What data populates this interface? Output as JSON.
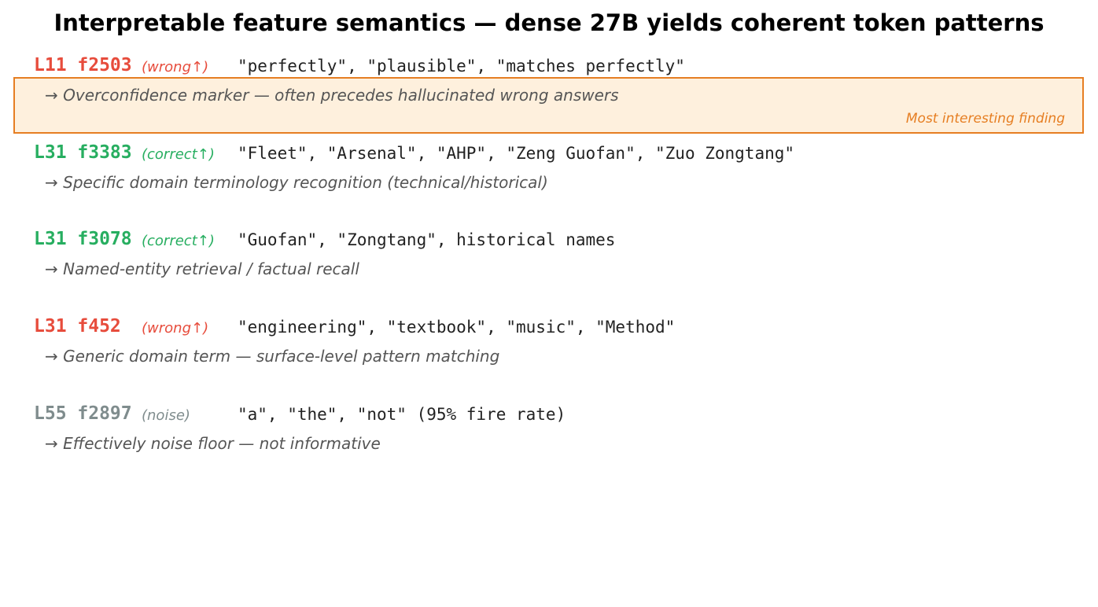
{
  "title": "Interpretable feature semantics — dense 27B yields coherent token patterns",
  "highlight_label": "Most interesting finding",
  "colors": {
    "wrong": "#e74c3c",
    "correct": "#27ae60",
    "noise": "#7f8c8d",
    "highlight_border": "#e67e22",
    "highlight_fill": "#fef0dd"
  },
  "arrow": "→",
  "features": [
    {
      "id": "L11 f2503",
      "tag": "(wrong↑)",
      "category": "wrong",
      "tokens": "\"perfectly\", \"plausible\", \"matches perfectly\"",
      "description": "Overconfidence marker — often precedes hallucinated wrong answers",
      "highlighted": true
    },
    {
      "id": "L31 f3383",
      "tag": "(correct↑)",
      "category": "correct",
      "tokens": "\"Fleet\", \"Arsenal\", \"AHP\", \"Zeng Guofan\", \"Zuo Zongtang\"",
      "description": "Specific domain terminology recognition (technical/historical)",
      "highlighted": false
    },
    {
      "id": "L31 f3078",
      "tag": "(correct↑)",
      "category": "correct",
      "tokens": "\"Guofan\", \"Zongtang\", historical names",
      "description": "Named-entity retrieval / factual recall",
      "highlighted": false
    },
    {
      "id": "L31 f452",
      "tag": "(wrong↑)",
      "category": "wrong",
      "tokens": "\"engineering\", \"textbook\", \"music\", \"Method\"",
      "description": "Generic domain term — surface-level pattern matching",
      "highlighted": false
    },
    {
      "id": "L55 f2897",
      "tag": "(noise)",
      "category": "noise",
      "tokens": "\"a\", \"the\", \"not\" (95% fire rate)",
      "description": "Effectively noise floor — not informative",
      "highlighted": false
    }
  ]
}
